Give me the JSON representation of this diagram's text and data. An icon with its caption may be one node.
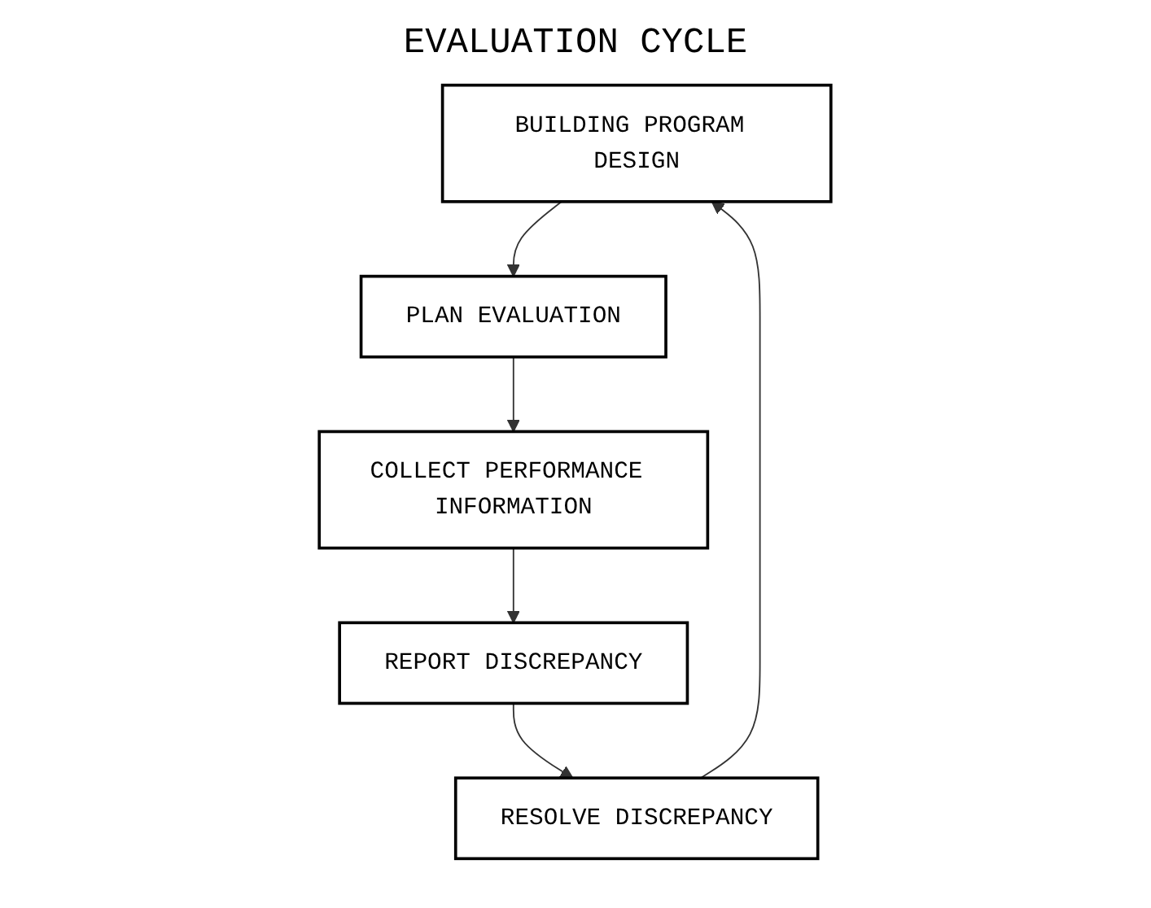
{
  "diagram": {
    "title": "EVALUATION CYCLE",
    "nodes": [
      {
        "text": [
          "BUILDING PROGRAM DESIGN"
        ]
      },
      {
        "text": [
          "RESOLVE DISCREPANCY"
        ]
      },
      {
        "text": [
          "PLAN EVALUATION"
        ]
      },
      {
        "text": [
          "REPORT DISCREPANCY"
        ]
      },
      {
        "text": [
          "COLLECT PERFORMANCE INFORMATION"
        ]
      }
    ],
    "edges": [
      {
        "from": 1,
        "to": 0,
        "arrow": "to"
      },
      {
        "from": 0,
        "to": 2,
        "arrow": "to"
      },
      {
        "from": 2,
        "to": 4,
        "arrow": "to"
      },
      {
        "from": 4,
        "to": 3,
        "arrow": "to"
      },
      {
        "from": 3,
        "to": 1,
        "arrow": "to"
      }
    ]
  }
}
